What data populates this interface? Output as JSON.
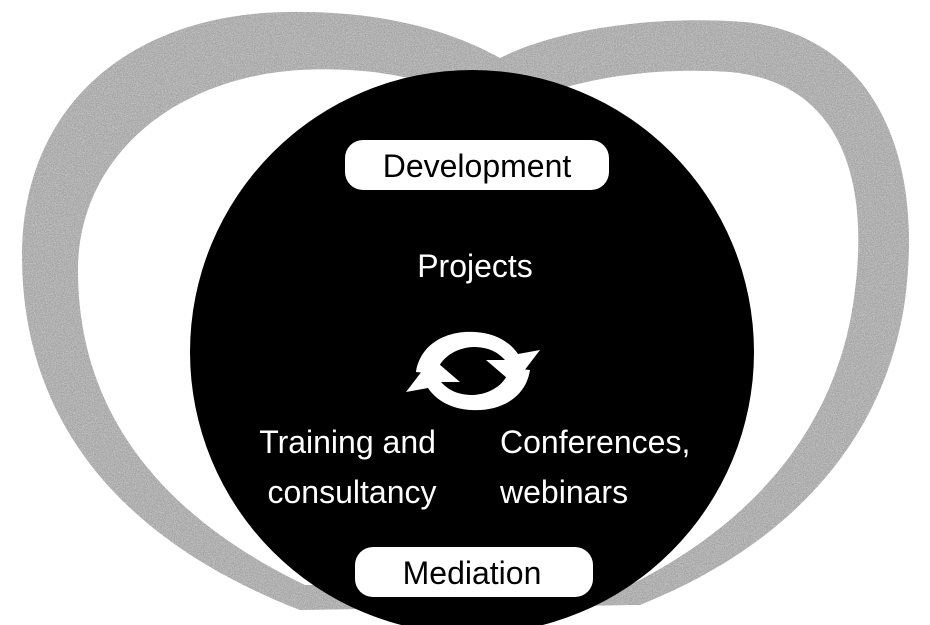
{
  "diagram": {
    "top_label": "Development",
    "bottom_label": "Mediation",
    "center_label": "Projects",
    "left_label_lines": [
      "Training and",
      "consultancy"
    ],
    "right_label_lines": [
      "Conferences,",
      "webinars"
    ],
    "cycle_icon": "refresh-cycle-icon"
  },
  "colors": {
    "background": "#ffffff",
    "outer_texture": "#9a9a9a",
    "circle_fill": "#000000",
    "circle_text": "#ffffff",
    "pill_fill": "#ffffff",
    "pill_text": "#000000"
  }
}
